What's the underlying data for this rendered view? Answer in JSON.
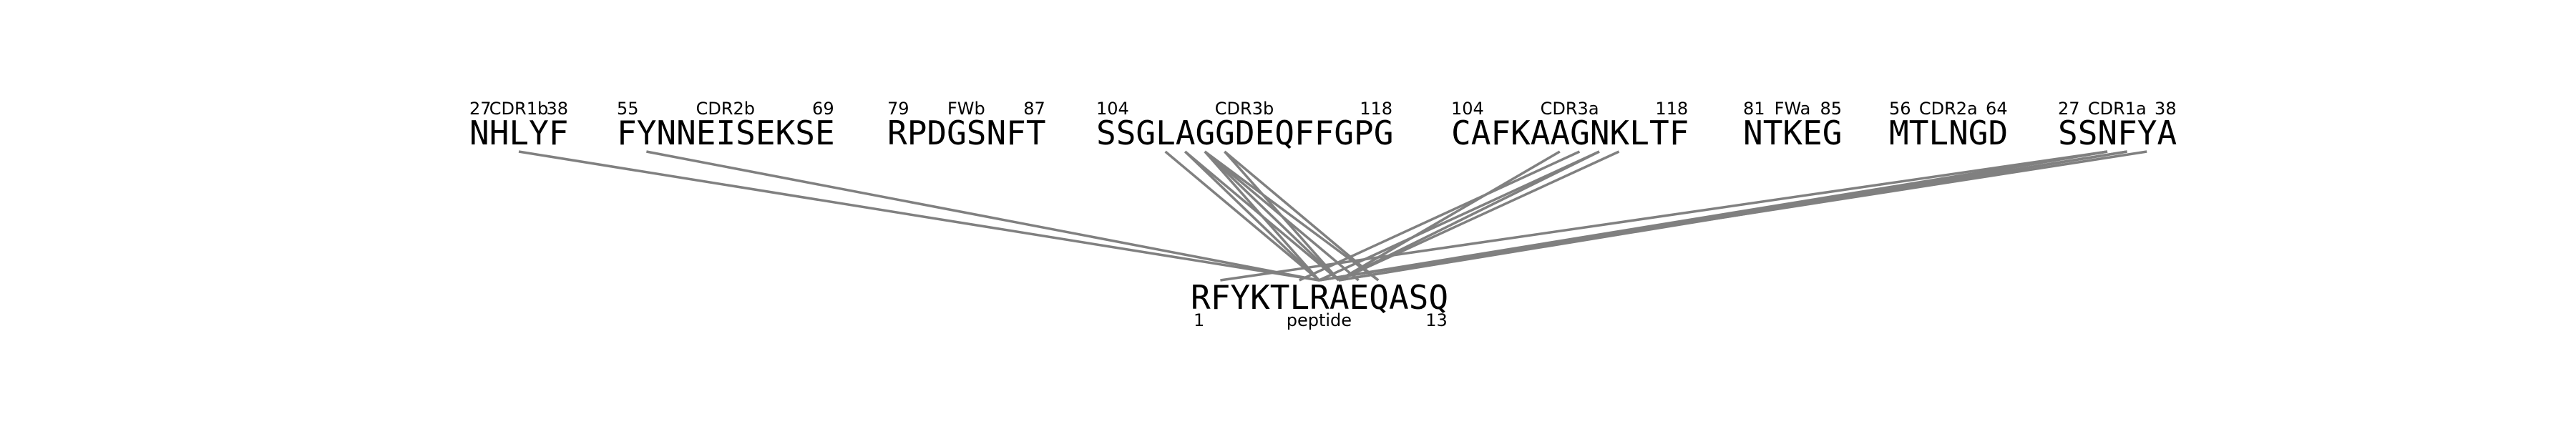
{
  "regions": [
    {
      "name": "CDR1b",
      "seq": "NHLYF",
      "start": "27",
      "end": "38"
    },
    {
      "name": "CDR2b",
      "seq": "FYNNEISEKSE",
      "start": "55",
      "end": "69"
    },
    {
      "name": "FWb",
      "seq": "RPDGSNFT",
      "start": "79",
      "end": "87"
    },
    {
      "name": "CDR3b",
      "seq": "SSGLAGGDEQFFGPG",
      "start": "104",
      "end": "118"
    },
    {
      "name": "CDR3a",
      "seq": "CAFKAAGNKLTF",
      "start": "104",
      "end": "118"
    },
    {
      "name": "FWa",
      "seq": "NTKEG",
      "start": "81",
      "end": "85"
    },
    {
      "name": "CDR2a",
      "seq": "MTLNGD",
      "start": "56",
      "end": "64"
    },
    {
      "name": "CDR1a",
      "seq": "SSNFYA",
      "start": "27",
      "end": "38"
    }
  ],
  "peptide": {
    "seq": "RFYKTLRAEQASQ",
    "label": "peptide",
    "start": "1",
    "end": "13"
  },
  "links": [
    {
      "region": 0,
      "residue": 2,
      "peptide_residue": 6
    },
    {
      "region": 1,
      "residue": 1,
      "peptide_residue": 6
    },
    {
      "region": 3,
      "residue": 3,
      "peptide_residue": 6
    },
    {
      "region": 3,
      "residue": 4,
      "peptide_residue": 6
    },
    {
      "region": 3,
      "residue": 4,
      "peptide_residue": 7
    },
    {
      "region": 3,
      "residue": 5,
      "peptide_residue": 6
    },
    {
      "region": 3,
      "residue": 5,
      "peptide_residue": 7
    },
    {
      "region": 3,
      "residue": 5,
      "peptide_residue": 8
    },
    {
      "region": 3,
      "residue": 5,
      "peptide_residue": 9
    },
    {
      "region": 3,
      "residue": 6,
      "peptide_residue": 7
    },
    {
      "region": 3,
      "residue": 6,
      "peptide_residue": 9
    },
    {
      "region": 4,
      "residue": 5,
      "peptide_residue": 7
    },
    {
      "region": 4,
      "residue": 6,
      "peptide_residue": 5
    },
    {
      "region": 4,
      "residue": 7,
      "peptide_residue": 6
    },
    {
      "region": 4,
      "residue": 7,
      "peptide_residue": 7
    },
    {
      "region": 4,
      "residue": 8,
      "peptide_residue": 7
    },
    {
      "region": 7,
      "residue": 2,
      "peptide_residue": 1
    },
    {
      "region": 7,
      "residue": 2,
      "peptide_residue": 6
    },
    {
      "region": 7,
      "residue": 2,
      "peptide_residue": 7
    },
    {
      "region": 7,
      "residue": 3,
      "peptide_residue": 6
    },
    {
      "region": 7,
      "residue": 3,
      "peptide_residue": 7
    },
    {
      "region": 7,
      "residue": 4,
      "peptide_residue": 6
    }
  ]
}
